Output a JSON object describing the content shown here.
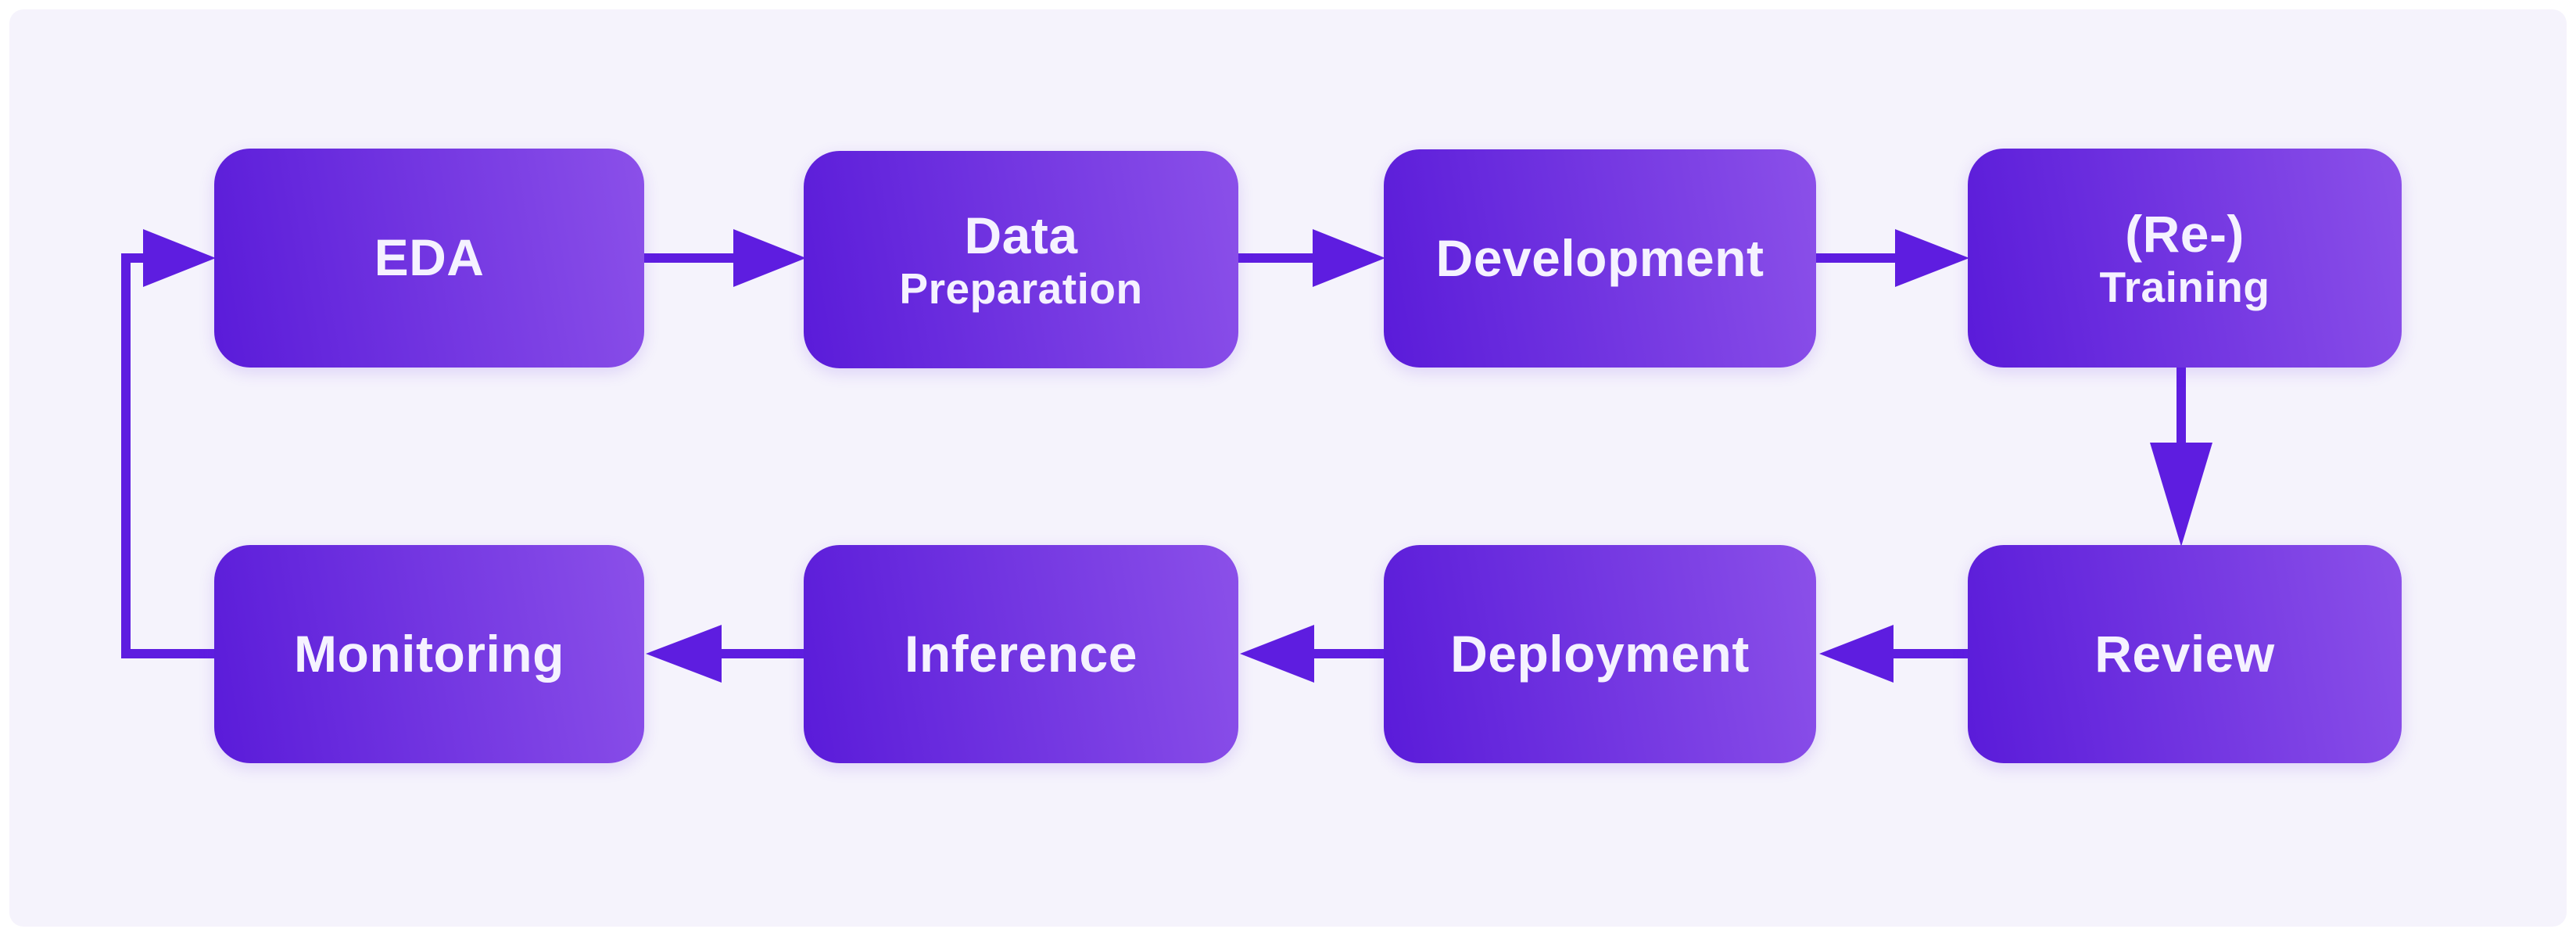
{
  "diagram": {
    "type": "flowchart",
    "description": "ML lifecycle loop diagram with eight stages connected by arrows in a clockwise cycle"
  },
  "nodes": [
    {
      "id": "eda",
      "label": "EDA"
    },
    {
      "id": "data-preparation",
      "label": "Data",
      "sublabel": "Preparation"
    },
    {
      "id": "development",
      "label": "Development"
    },
    {
      "id": "retraining",
      "label": "(Re-)",
      "sublabel": "Training"
    },
    {
      "id": "review",
      "label": "Review"
    },
    {
      "id": "deployment",
      "label": "Deployment"
    },
    {
      "id": "inference",
      "label": "Inference"
    },
    {
      "id": "monitoring",
      "label": "Monitoring"
    }
  ],
  "edges": [
    {
      "from": "EDA",
      "to": "Data Preparation",
      "direction": "right"
    },
    {
      "from": "Data Preparation",
      "to": "Development",
      "direction": "right"
    },
    {
      "from": "Development",
      "to": "(Re-) Training",
      "direction": "right"
    },
    {
      "from": "(Re-) Training",
      "to": "Review",
      "direction": "down"
    },
    {
      "from": "Review",
      "to": "Deployment",
      "direction": "left"
    },
    {
      "from": "Deployment",
      "to": "Inference",
      "direction": "left"
    },
    {
      "from": "Inference",
      "to": "Monitoring",
      "direction": "left"
    },
    {
      "from": "Monitoring",
      "to": "EDA",
      "direction": "loop-left-up"
    }
  ],
  "colors": {
    "outer_bg": "#ffffff",
    "panel_bg": "#f5f3fc",
    "box_gradient_start": "#5a1bd9",
    "box_gradient_end": "#8b50e9",
    "arrow": "#5e1de0",
    "text": "#f5f2ff"
  }
}
